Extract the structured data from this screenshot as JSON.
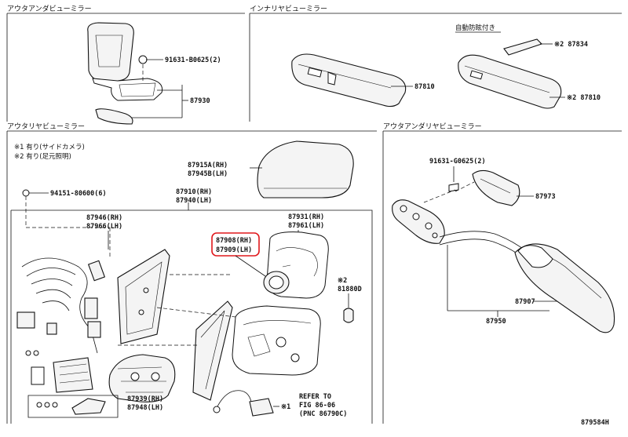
{
  "sections": {
    "outer_mirror_top": "アウタアンダビューミラー",
    "inner_mirror": "インナリヤビューミラー",
    "outer_rear_mirror": "アウタリヤビューミラー",
    "outer_under_mirror_right": "アウタアンダリヤビューミラー"
  },
  "auto_dimming": "自動防眩付き",
  "notes": {
    "n1": "※1 有り(サイドカメラ)",
    "n2": "※2 有り(足元照明)"
  },
  "parts": {
    "p91631_b": "91631-B0625(2)",
    "p87930": "87930",
    "p87810a": "87810",
    "p87834": "※2 87834",
    "p87810b": "※2 87810",
    "p87915": "87915A(RH)",
    "p87945": "87945B(LH)",
    "p94151": "94151-80600(6)",
    "p87910": "87910(RH)",
    "p87940": "87940(LH)",
    "p87946": "87946(RH)",
    "p87966": "87966(LH)",
    "p87931": "87931(RH)",
    "p87961": "87961(LH)",
    "p87908": "87908(RH)",
    "p87909": "87909(LH)",
    "p81880": "※2",
    "p81880b": "81880D",
    "p87939": "87939(RH)",
    "p87948": "87948(LH)",
    "p91631_g": "91631-G0625(2)",
    "p87973": "87973",
    "p87907": "87907",
    "p87950": "87950",
    "star1": "※1"
  },
  "refer": {
    "line1": "REFER TO",
    "line2": "FIG 86-06",
    "line3": "(PNC 86790C)"
  },
  "figure_id": "879584H"
}
